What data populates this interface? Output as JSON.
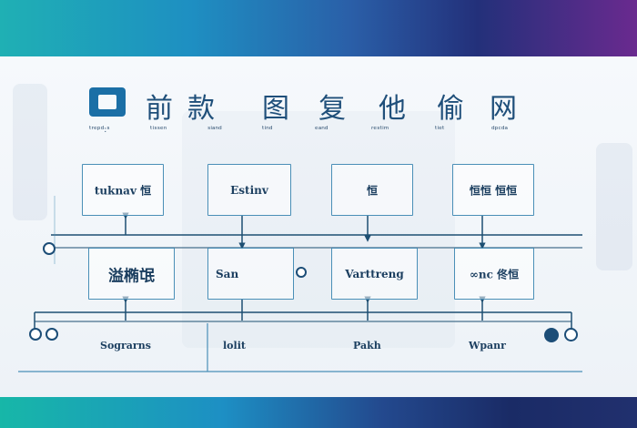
{
  "header": {
    "title_words": [
      "前",
      "款",
      "图",
      "复",
      "他",
      "偷",
      "网"
    ],
    "subtitle_words": [
      "ᵗʳᵉᵖᵈ:ˢ",
      "ᵗⁱˢˢᵉⁿ",
      "ˢⁱᵃⁿᵈ",
      "ᵗⁱⁿᵈ",
      "ᵉᵃⁿᵈ",
      "ʳᵉˢᵗⁱᵐ",
      "ᵗⁱᵉᵗ",
      "ᵈᵖᶜᵈᵃ"
    ]
  },
  "top_row": [
    {
      "label": "tuknav 恒"
    },
    {
      "label": "Estinv"
    },
    {
      "label": "恒"
    },
    {
      "label": "恒恒 恒恒"
    }
  ],
  "middle_row": [
    {
      "label": "溢椭氓"
    },
    {
      "label": "San"
    },
    {
      "label": "Varttreng"
    },
    {
      "label": "∞nc 佟恒"
    }
  ],
  "bottom_row": [
    {
      "label": "Sograrns"
    },
    {
      "label": "lolit"
    },
    {
      "label": "Pakh"
    },
    {
      "label": "Wpanr"
    }
  ],
  "colors": {
    "line": "#1d4f72",
    "box_border": "#4a8fb7",
    "node_dark": "#1c4d77"
  }
}
